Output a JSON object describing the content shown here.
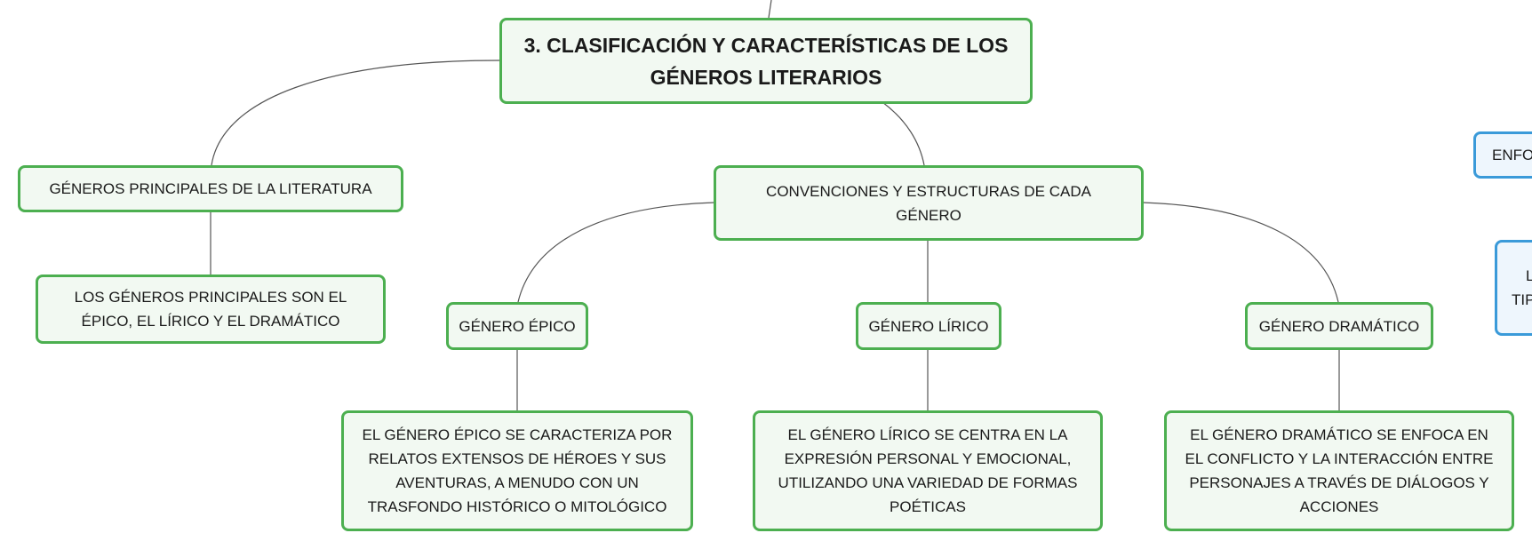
{
  "colors": {
    "green_border": "#4caf50",
    "green_fill": "#f2f9f2",
    "blue_border": "#3a9ad9",
    "blue_fill": "#eef6fd",
    "connector": "#555555"
  },
  "mindmap": {
    "root": "3. CLASIFICACIÓN Y CARACTERÍSTICAS DE LOS GÉNEROS LITERARIOS",
    "principales": {
      "title": "GÉNEROS PRINCIPALES DE LA LITERATURA",
      "detail": "LOS GÉNEROS PRINCIPALES SON EL ÉPICO, EL LÍRICO Y EL DRAMÁTICO"
    },
    "convenciones": {
      "title": "CONVENCIONES Y ESTRUCTURAS DE CADA GÉNERO",
      "epico": {
        "title": "GÉNERO ÉPICO",
        "detail": "EL GÉNERO ÉPICO SE CARACTERIZA POR RELATOS EXTENSOS DE HÉROES Y SUS AVENTURAS, A MENUDO CON UN TRASFONDO HISTÓRICO O MITOLÓGICO"
      },
      "lirico": {
        "title": "GÉNERO LÍRICO",
        "detail": "EL GÉNERO LÍRICO SE CENTRA EN LA EXPRESIÓN PERSONAL Y EMOCIONAL, UTILIZANDO UNA VARIEDAD DE FORMAS POÉTICAS"
      },
      "dramatico": {
        "title": "GÉNERO DRAMÁTICO",
        "detail": "EL GÉNERO DRAMÁTICO SE ENFOCA EN EL CONFLICTO Y LA INTERACCIÓN ENTRE PERSONAJES A TRAVÉS DE DIÁLOGOS Y ACCIONES"
      }
    },
    "offscreen": {
      "node_a": "ENFO",
      "node_b_line1": "LA",
      "node_b_line2": "TIP"
    }
  }
}
